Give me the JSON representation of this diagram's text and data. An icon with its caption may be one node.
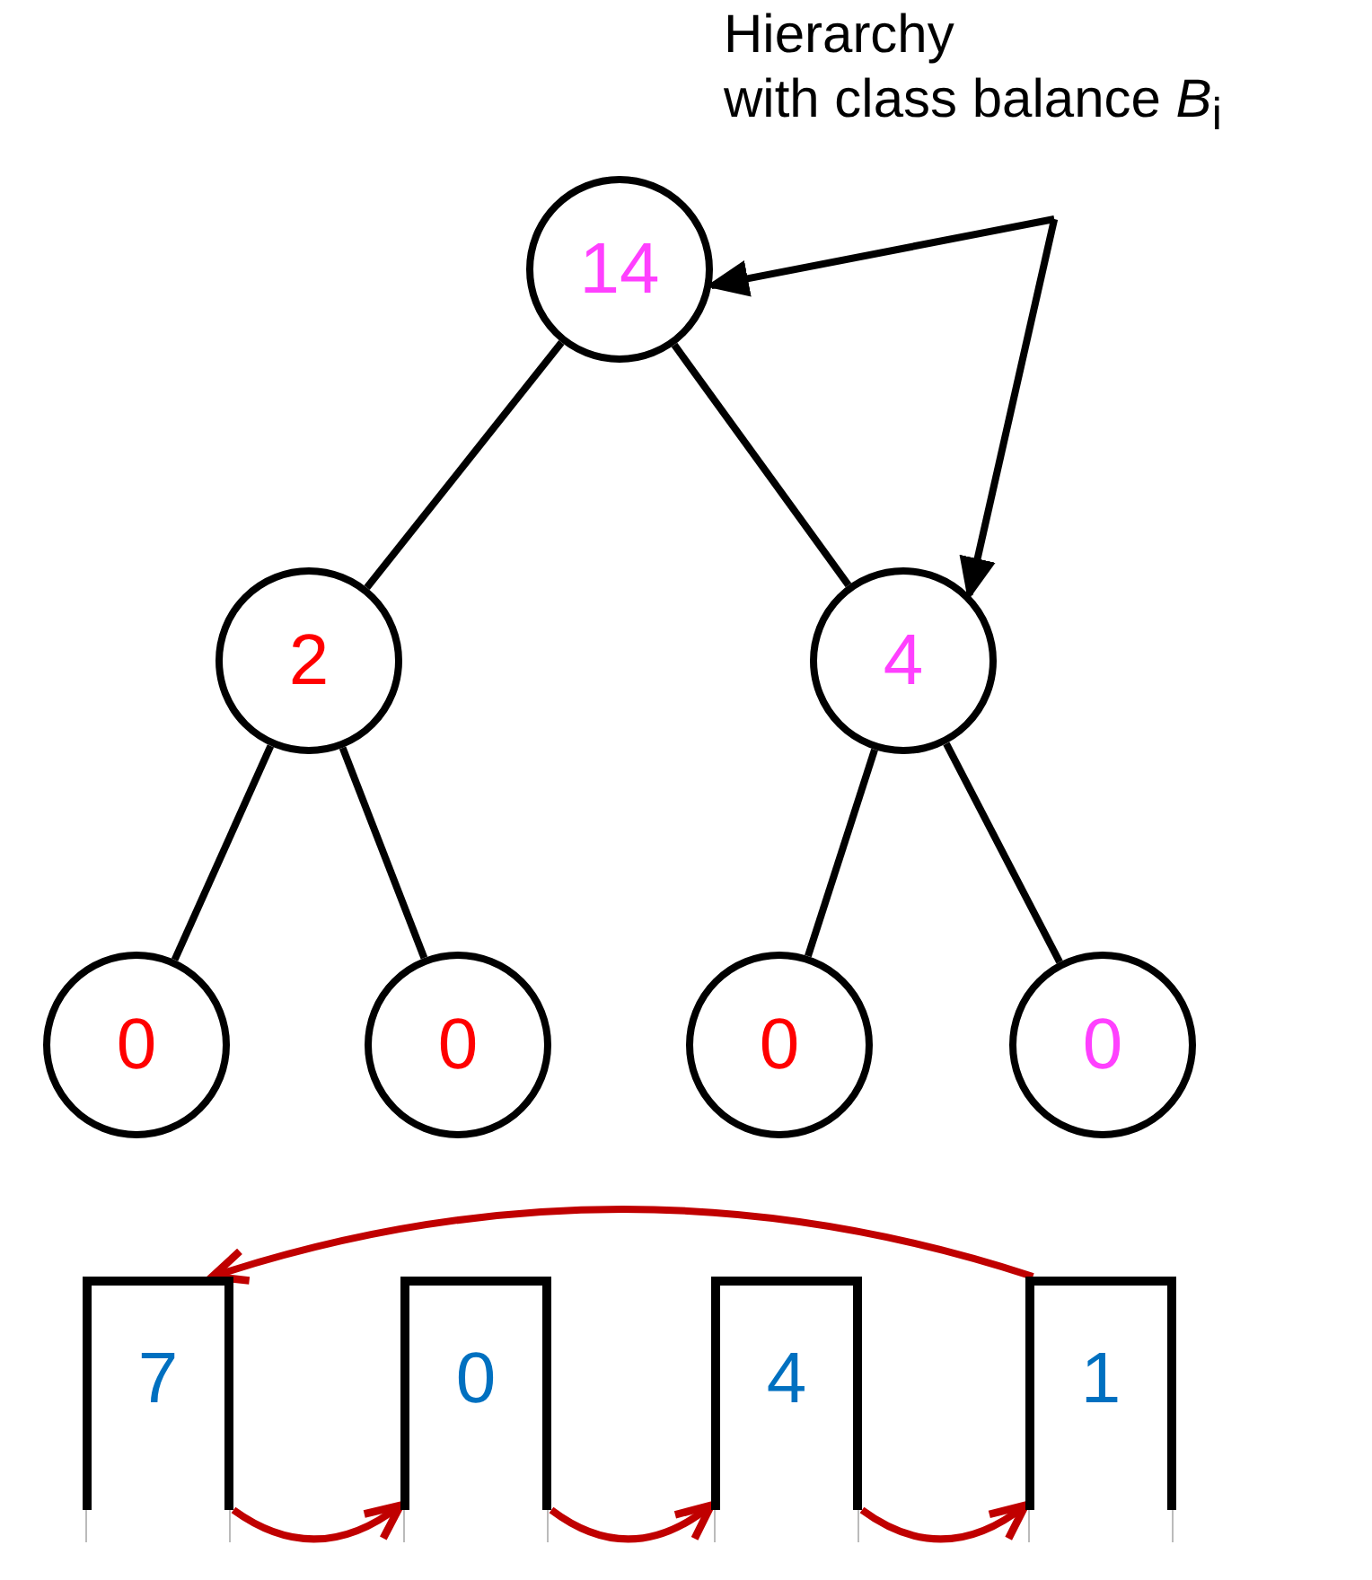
{
  "diagram": {
    "nodes": [
      {
        "text": [
          "Hierarchy",
          "with class balance *B*$_{i}$"
        ]
      },
      {
        "text": [
          "14"
        ]
      },
      {
        "text": [
          "2"
        ]
      },
      {
        "text": [
          "4"
        ]
      },
      {
        "text": [
          "0"
        ]
      },
      {
        "text": [
          "0"
        ]
      },
      {
        "text": [
          "0"
        ]
      },
      {
        "text": [
          "0"
        ]
      },
      {
        "text": [
          "7"
        ]
      },
      {
        "text": [
          "0"
        ]
      },
      {
        "text": [
          "4"
        ]
      },
      {
        "text": [
          "1"
        ]
      }
    ],
    "edges": [
      {
        "from": 1,
        "to": 2,
        "arrow": "none"
      },
      {
        "from": 1,
        "to": 3,
        "arrow": "none"
      },
      {
        "from": 2,
        "to": 4,
        "arrow": "none"
      },
      {
        "from": 2,
        "to": 5,
        "arrow": "none"
      },
      {
        "from": 3,
        "to": 6,
        "arrow": "none"
      },
      {
        "from": 3,
        "to": 7,
        "arrow": "none"
      },
      {
        "from": 0,
        "to": 1,
        "arrow": "to"
      },
      {
        "from": 0,
        "to": 3,
        "arrow": "to"
      },
      {
        "from": 11,
        "to": 8,
        "arrow": "to",
        "color": "#c00000"
      },
      {
        "from": 8,
        "to": 9,
        "arrow": "to",
        "color": "#c00000"
      },
      {
        "from": 9,
        "to": 10,
        "arrow": "to",
        "color": "#c00000"
      },
      {
        "from": 10,
        "to": 11,
        "arrow": "to",
        "color": "#c00000"
      }
    ]
  }
}
